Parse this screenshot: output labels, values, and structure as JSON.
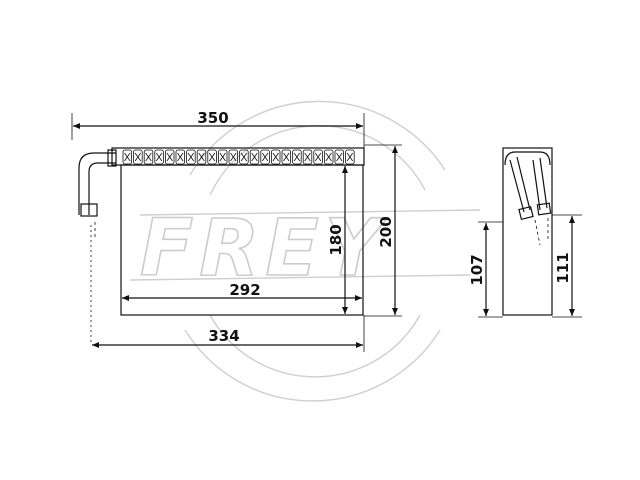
{
  "watermark": {
    "brand": "FREY",
    "color": "#cccccc"
  },
  "dimensions": {
    "front_width_overall": "350",
    "front_width_core": "292",
    "front_width_outer": "334",
    "front_height_core": "180",
    "front_height_overall": "200",
    "side_height_inner": "107",
    "side_height_outer": "111"
  },
  "colors": {
    "line": "#111111",
    "watermark": "#cccccc",
    "background": "#ffffff"
  }
}
